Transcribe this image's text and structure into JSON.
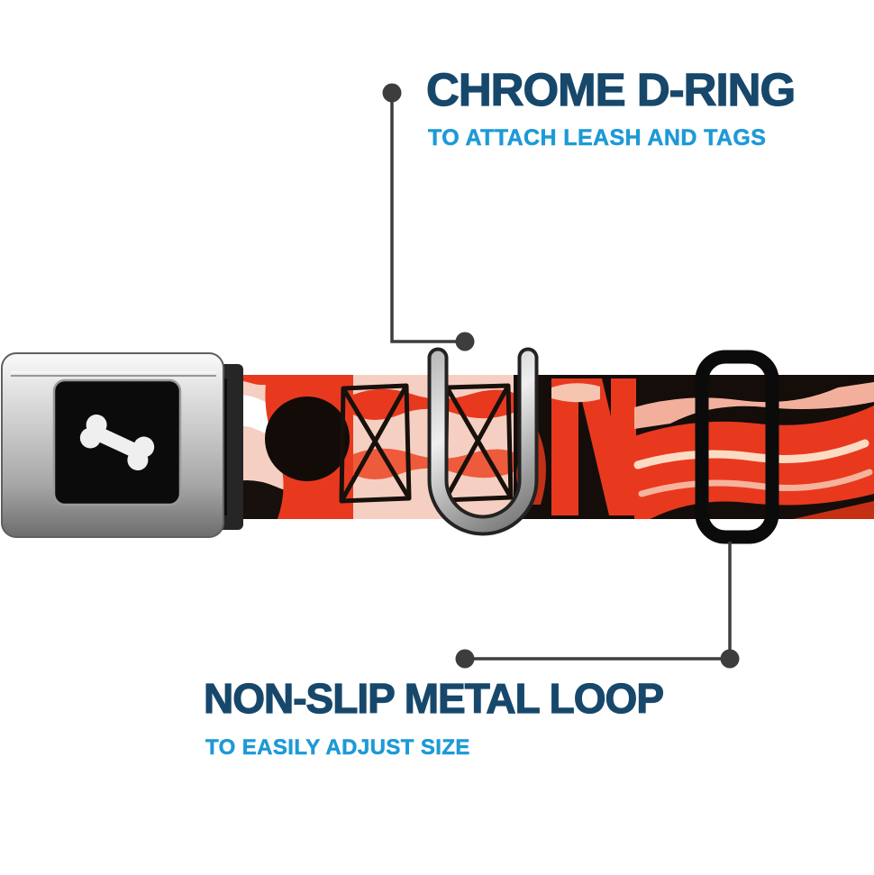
{
  "annotations": {
    "top": {
      "title": "CHROME D-RING",
      "subtitle": "TO ATTACH LEASH AND TAGS"
    },
    "bottom": {
      "title": "NON-SLIP METAL LOOP",
      "subtitle": "TO EASILY ADJUST SIZE"
    }
  },
  "product": {
    "buckle_icon": "dog-bone-icon",
    "strap_pattern": "bacon-print"
  },
  "colors": {
    "background": "#ffffff",
    "title_navy": "#17486b",
    "subtitle_blue": "#1d9ad6",
    "callout_line": "#3d3d3d",
    "strap_black": "#140d0a",
    "strap_red": "#e8391f",
    "strap_pink": "#f5d0c2",
    "strap_cream": "#fbdcc3",
    "slider_black": "#0b0b0b",
    "buckle_chrome": "#c6c6c6"
  }
}
